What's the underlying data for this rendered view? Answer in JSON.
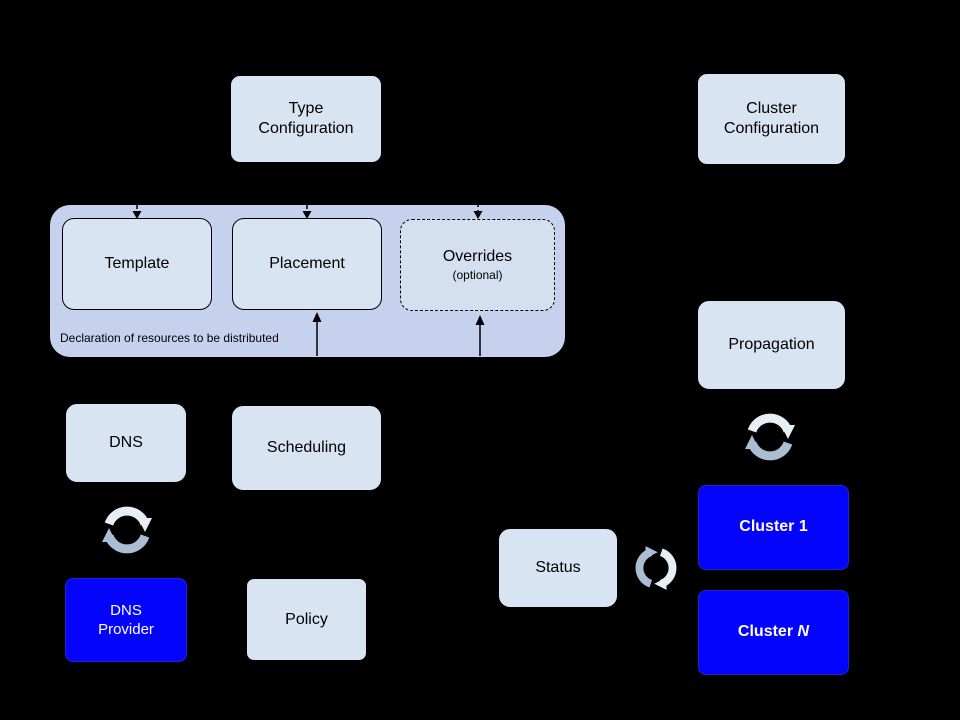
{
  "colors": {
    "background": "#000000",
    "light_box_fill": "#d8e4f2",
    "container_fill": "#c6d2ed",
    "blue_box_fill": "#0404fc",
    "box_border": "#000000",
    "dark_text": "#000000",
    "light_text": "#ffffff",
    "sync_arrow_light": "#e7eef6",
    "sync_arrow_medium": "#aabdd2"
  },
  "nodes": {
    "type_configuration": {
      "line1": "Type",
      "line2": "Configuration"
    },
    "cluster_configuration": {
      "line1": "Cluster",
      "line2": "Configuration"
    },
    "template": {
      "label": "Template"
    },
    "placement": {
      "label": "Placement"
    },
    "overrides": {
      "label": "Overrides",
      "sublabel": "(optional)"
    },
    "container_caption": "Declaration of resources to be distributed",
    "dns": {
      "label": "DNS"
    },
    "scheduling": {
      "label": "Scheduling"
    },
    "dns_provider": {
      "line1": "DNS",
      "line2": "Provider"
    },
    "policy": {
      "label": "Policy"
    },
    "status": {
      "label": "Status"
    },
    "propagation": {
      "label": "Propagation"
    },
    "cluster_1": {
      "label": "Cluster 1"
    },
    "cluster_n": {
      "prefix": "Cluster ",
      "italic": "N"
    }
  }
}
